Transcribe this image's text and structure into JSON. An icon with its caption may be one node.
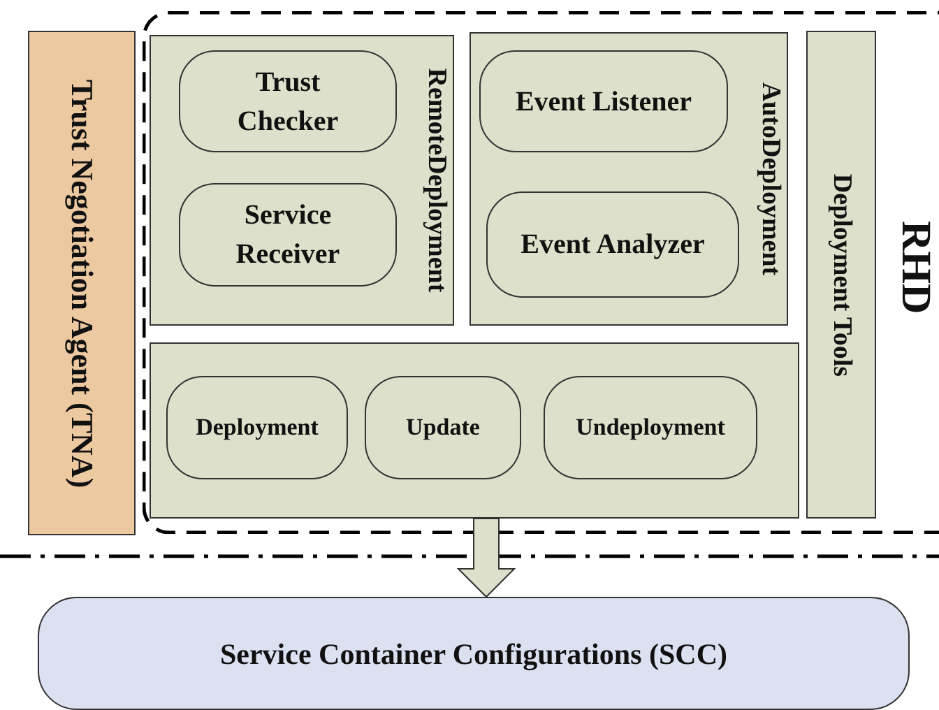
{
  "diagram": {
    "nodes": [
      {
        "text": [
          "Trust Negotiation Agent (TNA)"
        ]
      },
      {
        "text": [
          "RHD"
        ]
      },
      {
        "text": [
          "RemoteDeployment"
        ],
        "in": 1
      },
      {
        "text": [
          "Trust Checker"
        ],
        "in": 2
      },
      {
        "text": [
          "Service Receiver"
        ],
        "in": 2
      },
      {
        "text": [
          "AutoDeployment"
        ],
        "in": 1
      },
      {
        "text": [
          "Event Listener"
        ],
        "in": 5
      },
      {
        "text": [
          "Event Analyzer"
        ],
        "in": 5
      },
      {
        "text": [],
        "shape": "box",
        "in": 1
      },
      {
        "text": [
          "Deployment"
        ],
        "in": 8
      },
      {
        "text": [
          "Update"
        ],
        "in": 8
      },
      {
        "text": [
          "Undeployment"
        ],
        "in": 8
      },
      {
        "text": [
          "Deployment Tools"
        ],
        "in": 1
      },
      {
        "text": [
          "Service Container Configurations (SCC)"
        ]
      }
    ],
    "edges": [
      {
        "from": 8,
        "to": 13,
        "arrow": "to"
      }
    ]
  }
}
